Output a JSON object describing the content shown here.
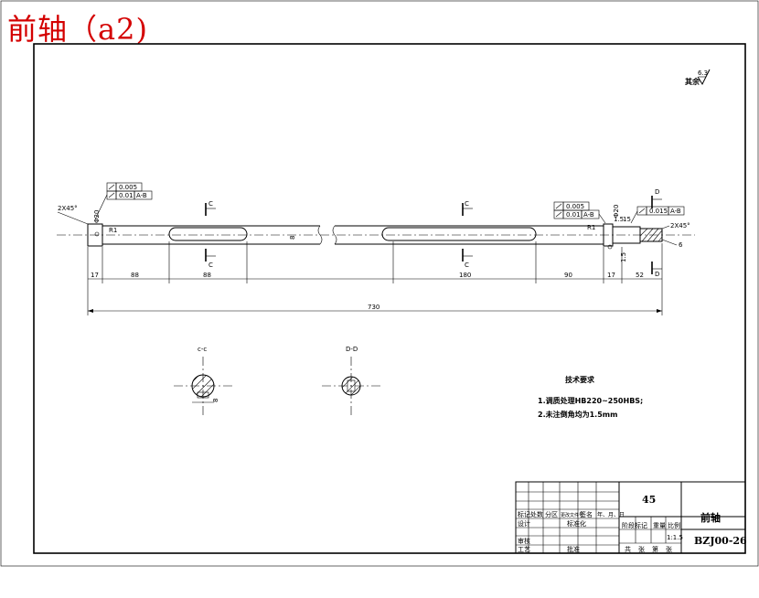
{
  "caption": "前轴（a2)",
  "surface_note": "其余",
  "surface_value": "6.3",
  "dimensions": {
    "chamfer_left": "2X45°",
    "chamfer_right": "2X45°",
    "segments": [
      "17",
      "88",
      "88",
      "180",
      "90",
      "17",
      "52"
    ],
    "total": "730",
    "fillet_left": "R1",
    "fillet_right": "R1",
    "key_width": "8",
    "groove_depth": "6",
    "dia_left": "Φ20",
    "dia_right": "Φ20",
    "small_dim_a": "1.5",
    "small_dim_b": "15",
    "small_dim_c": "1.5",
    "d_label": "D"
  },
  "section_labels": {
    "c_top_1": "C",
    "c_bot_1": "C",
    "c_top_2": "C",
    "c_bot_2": "C",
    "d_top": "D",
    "d_bot": "D"
  },
  "tolerances": {
    "left_flatness": "0.005",
    "left_runout": "0.01",
    "left_datum": "A-B",
    "right_flatness": "0.005",
    "right_runout": "0.01",
    "right_datum": "A-B",
    "far_right_runout": "0.015",
    "far_right_datum": "A-B"
  },
  "sections": {
    "left_dim": "8",
    "left_top": "c-c",
    "right_top": "D-D"
  },
  "tech_req": {
    "title": "技术要求",
    "items": [
      "1.调质处理HB220~250HBS;",
      "2.未注倒角均为1.5mm"
    ]
  },
  "title_block": {
    "material": "45",
    "part_name": "前轴",
    "drawing_no": "BZJ00-26",
    "row_labels": [
      "标记",
      "处数",
      "分区",
      "更改文件号",
      "签名",
      "年、月、日"
    ],
    "left_labels": [
      "设计",
      "审核",
      "工艺"
    ],
    "std_label": "标准化",
    "approve_label": "批准",
    "stage_labels": [
      "阶段标记",
      "重量",
      "比例"
    ],
    "scale": "1:1.5",
    "sheet_labels": [
      "共",
      "张",
      "第",
      "张"
    ]
  }
}
